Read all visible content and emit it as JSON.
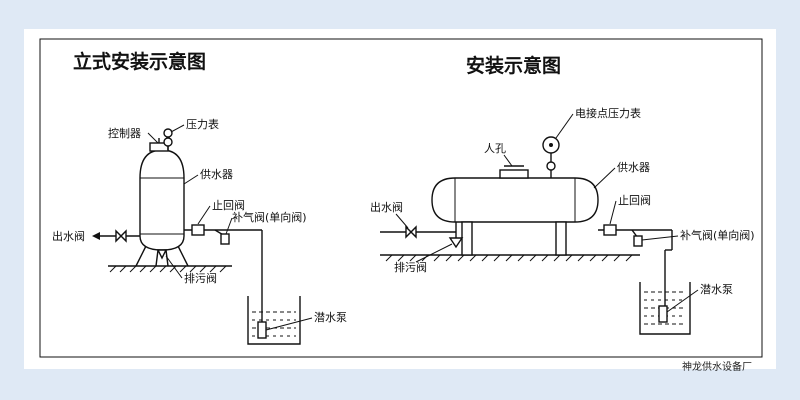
{
  "left": {
    "title": "立式安装示意图",
    "labels": {
      "controller": "控制器",
      "pressure_gauge": "压力表",
      "water_supply": "供水器",
      "outlet_valve": "出水阀",
      "check_valve": "止回阀",
      "air_valve": "补气阀(单向阀)",
      "drain_valve": "排污阀",
      "submersible_pump": "潜水泵"
    }
  },
  "right": {
    "title": "安装示意图",
    "labels": {
      "contact_gauge": "电接点压力表",
      "manhole": "人孔",
      "water_supply": "供水器",
      "outlet_valve": "出水阀",
      "check_valve": "止回阀",
      "air_valve": "补气阀(单向阀)",
      "drain_valve": "排污阀",
      "submersible_pump": "潜水泵"
    }
  },
  "watermark": "神龙供水设备厂"
}
